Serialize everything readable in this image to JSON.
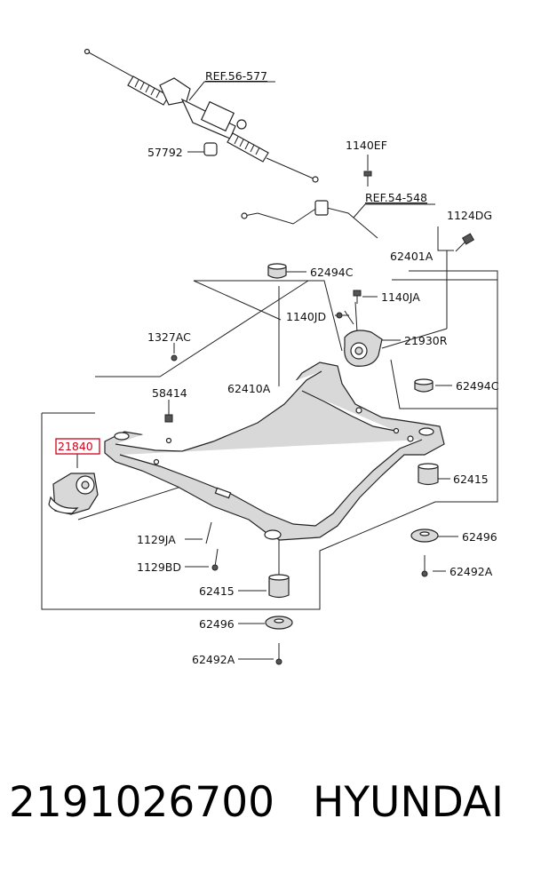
{
  "labels": {
    "ref_56_577": "REF.56-577",
    "p57792": "57792",
    "p1140EF": "1140EF",
    "ref_54_548": "REF.54-548",
    "p1124DG": "1124DG",
    "p62494C_top": "62494C",
    "p62401A": "62401A",
    "p1140JA": "1140JA",
    "p1140JD": "1140JD",
    "p1327AC": "1327AC",
    "p21930R": "21930R",
    "p62494C_right": "62494C",
    "p58414": "58414",
    "p62410A": "62410A",
    "p21840": "21840",
    "p62415_right": "62415",
    "p62496_right": "62496",
    "p1129JA": "1129JA",
    "p62492A_right": "62492A",
    "p1129BD": "1129BD",
    "p62415_bottom": "62415",
    "p62496_bottom": "62496",
    "p62492A_bottom": "62492A"
  },
  "highlight_color": "#d0021b",
  "footer": {
    "part_number": "2191026700",
    "brand": "HYUNDAI"
  }
}
